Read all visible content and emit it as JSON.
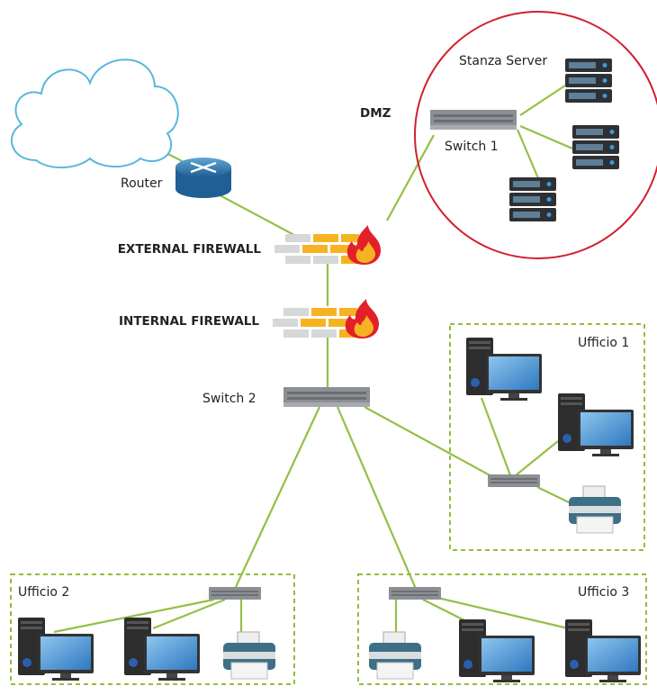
{
  "labels": {
    "router": "Router",
    "external_firewall": "EXTERNAL FIREWALL",
    "internal_firewall": "INTERNAL FIREWALL",
    "dmz": "DMZ",
    "server_room": "Stanza Server",
    "switch1": "Switch 1",
    "switch2": "Switch 2",
    "office1": "Ufficio 1",
    "office2": "Ufficio 2",
    "office3": "Ufficio 3"
  },
  "colors": {
    "link": "#93c047",
    "dmz_border": "#d0202e",
    "office_border": "#8fbf3f",
    "firewall_brick": "#f6b321",
    "flame": "#e3202a"
  },
  "icons": {
    "internet": "cloud-icon",
    "router": "router-icon",
    "firewall": "firewall-icon",
    "switch": "switch-icon",
    "server": "server-icon",
    "computer": "computer-icon",
    "printer": "printer-icon"
  }
}
